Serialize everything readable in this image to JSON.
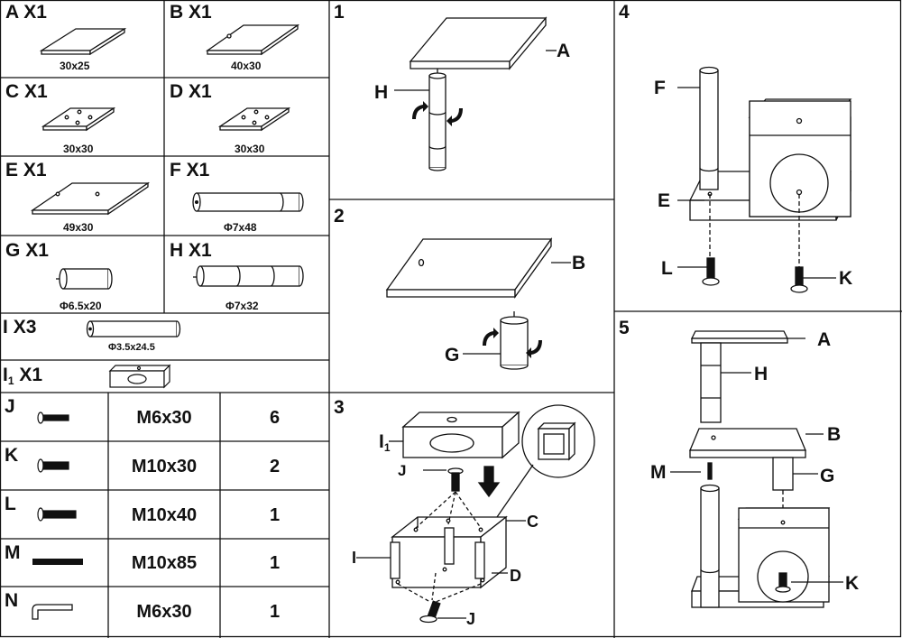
{
  "parts": [
    {
      "letter": "A",
      "qty": "X1",
      "dim": "30x25"
    },
    {
      "letter": "B",
      "qty": "X1",
      "dim": "40x30"
    },
    {
      "letter": "C",
      "qty": "X1",
      "dim": "30x30"
    },
    {
      "letter": "D",
      "qty": "X1",
      "dim": "30x30"
    },
    {
      "letter": "E",
      "qty": "X1",
      "dim": "49x30"
    },
    {
      "letter": "F",
      "qty": "X1",
      "dim": "Φ7x48"
    },
    {
      "letter": "G",
      "qty": "X1",
      "dim": "Φ6.5x20"
    },
    {
      "letter": "H",
      "qty": "X1",
      "dim": "Φ7x32"
    },
    {
      "letter": "I",
      "qty": "X3",
      "dim": "Φ3.5x24.5"
    },
    {
      "letter": "I",
      "sub": "1",
      "qty": "X1",
      "dim": ""
    }
  ],
  "hardware": [
    {
      "letter": "J",
      "size": "M6x30",
      "qty": "6"
    },
    {
      "letter": "K",
      "size": "M10x30",
      "qty": "2"
    },
    {
      "letter": "L",
      "size": "M10x40",
      "qty": "1"
    },
    {
      "letter": "M",
      "size": "M10x85",
      "qty": "1"
    },
    {
      "letter": "N",
      "size": "M6x30",
      "qty": "1"
    }
  ],
  "steps": [
    {
      "number": "1",
      "labels": {
        "a": "A",
        "h": "H"
      }
    },
    {
      "number": "2",
      "labels": {
        "b": "B",
        "g": "G"
      }
    },
    {
      "number": "3",
      "labels": {
        "i1": "I",
        "i1sub": "1",
        "j_top": "J",
        "c": "C",
        "i": "I",
        "d": "D",
        "j_bottom": "J"
      }
    },
    {
      "number": "4",
      "labels": {
        "f": "F",
        "e": "E",
        "l": "L",
        "k": "K"
      }
    },
    {
      "number": "5",
      "labels": {
        "a": "A",
        "h": "H",
        "b": "B",
        "m": "M",
        "g": "G",
        "k": "K"
      }
    }
  ],
  "colors": {
    "line": "#111111",
    "background": "#ffffff"
  }
}
